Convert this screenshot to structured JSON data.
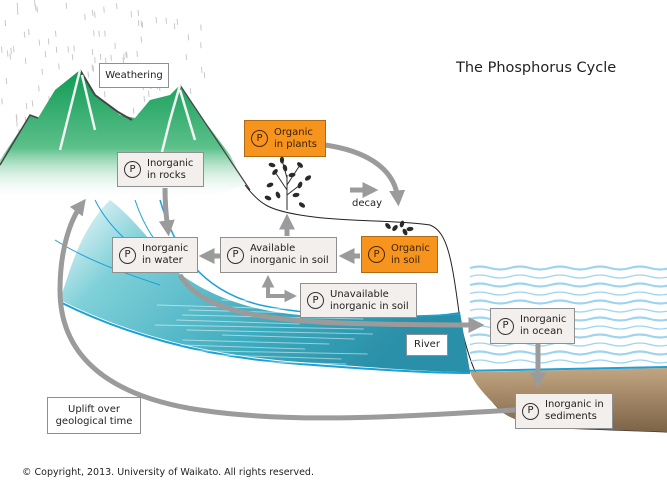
{
  "title": "The Phosphorus Cycle",
  "copyright": "© Copyright, 2013. University of Waikato. All rights reserved.",
  "colors": {
    "organic_box": "#f7941d",
    "inorganic_box": "#f3efec",
    "arrow": "#999999",
    "mountain": "#2ea56a",
    "river": "#3fb3c4",
    "ocean_wave": "#9fd4ef",
    "sediment": "#a88c6a"
  },
  "p_symbol": "P",
  "nodes": {
    "organic_plants": {
      "label": "Organic\nin plants",
      "kind": "organic"
    },
    "inorganic_rocks": {
      "label": "Inorganic\nin rocks",
      "kind": "inorganic"
    },
    "inorganic_water": {
      "label": "Inorganic\nin water",
      "kind": "inorganic"
    },
    "available_soil": {
      "label": "Available\ninorganic in soil",
      "kind": "inorganic"
    },
    "organic_soil": {
      "label": "Organic\nin soil",
      "kind": "organic"
    },
    "unavailable_soil": {
      "label": "Unavailable\ninorganic in soil",
      "kind": "inorganic"
    },
    "inorganic_ocean": {
      "label": "Inorganic\nin ocean",
      "kind": "inorganic"
    },
    "inorganic_sediments": {
      "label": "Inorganic in\nsediments",
      "kind": "inorganic"
    }
  },
  "labels": {
    "weathering": "Weathering",
    "decay": "decay",
    "river": "River",
    "uplift": "Uplift over\ngeological time"
  },
  "flows": [
    {
      "from": "Organic in plants",
      "to": "Organic in soil",
      "label": "decay"
    },
    {
      "from": "Organic in soil",
      "to": "Available inorganic in soil"
    },
    {
      "from": "Available inorganic in soil",
      "to": "Organic in plants"
    },
    {
      "from": "Available inorganic in soil",
      "to": "Inorganic in water"
    },
    {
      "from": "Available inorganic in soil",
      "to": "Unavailable inorganic in soil",
      "bidirectional": true
    },
    {
      "from": "Inorganic in rocks",
      "to": "Inorganic in water"
    },
    {
      "from": "Inorganic in water",
      "to": "Inorganic in ocean"
    },
    {
      "from": "Inorganic in ocean",
      "to": "Inorganic in sediments"
    },
    {
      "from": "Inorganic in sediments",
      "to": "Inorganic in rocks",
      "label": "Uplift over geological time"
    }
  ]
}
